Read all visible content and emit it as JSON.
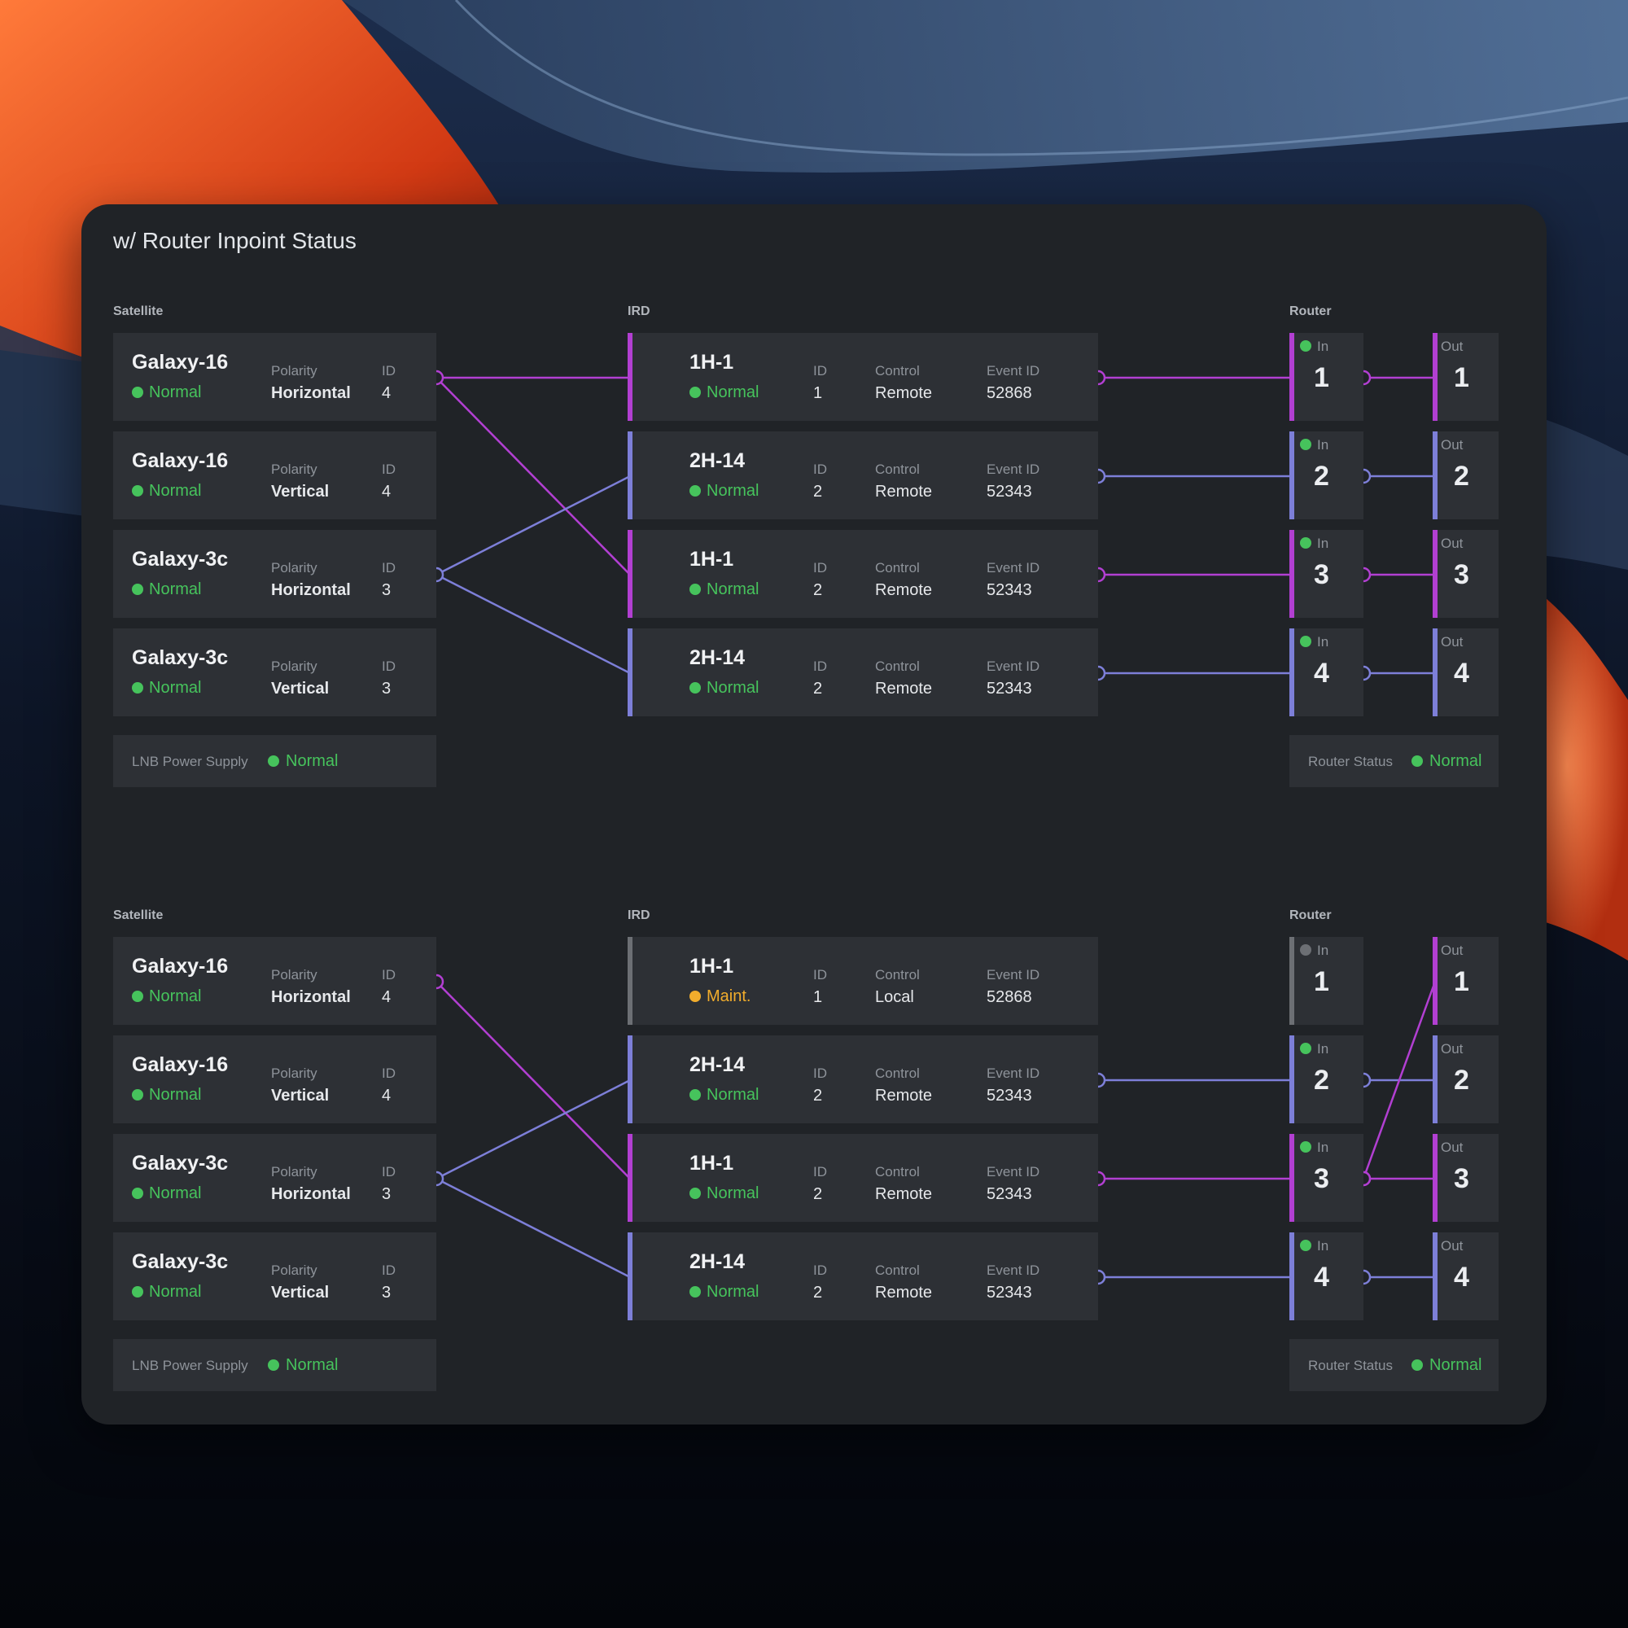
{
  "colors": {
    "magenta": "#b23fd2",
    "lavender": "#7d7fd8",
    "green": "#46c35c",
    "amber": "#f2ad2c",
    "gray": "#6c6f74"
  },
  "panel": {
    "title": "w/ Router Inpoint Status"
  },
  "labels": {
    "satellite": "Satellite",
    "ird": "IRD",
    "router": "Router",
    "polarity": "Polarity",
    "id": "ID",
    "control": "Control",
    "event_id": "Event ID",
    "in": "In",
    "out": "Out",
    "lnb": "LNB Power Supply",
    "router_status": "Router Status"
  },
  "sections": [
    {
      "satellites": [
        {
          "name": "Galaxy-16",
          "status": "Normal",
          "polarity": "Horizontal",
          "id": "4"
        },
        {
          "name": "Galaxy-16",
          "status": "Normal",
          "polarity": "Vertical",
          "id": "4"
        },
        {
          "name": "Galaxy-3c",
          "status": "Normal",
          "polarity": "Horizontal",
          "id": "3"
        },
        {
          "name": "Galaxy-3c",
          "status": "Normal",
          "polarity": "Vertical",
          "id": "3"
        }
      ],
      "irds": [
        {
          "name": "1H-1",
          "status": "Normal",
          "state": "normal",
          "id": "1",
          "control": "Remote",
          "event_id": "52868",
          "accent": "magenta",
          "out_port": true
        },
        {
          "name": "2H-14",
          "status": "Normal",
          "state": "normal",
          "id": "2",
          "control": "Remote",
          "event_id": "52343",
          "accent": "lavender",
          "out_port": true
        },
        {
          "name": "1H-1",
          "status": "Normal",
          "state": "normal",
          "id": "2",
          "control": "Remote",
          "event_id": "52343",
          "accent": "magenta",
          "out_port": true
        },
        {
          "name": "2H-14",
          "status": "Normal",
          "state": "normal",
          "id": "2",
          "control": "Remote",
          "event_id": "52343",
          "accent": "lavender",
          "out_port": true
        }
      ],
      "router_in": [
        {
          "number": "1",
          "active": true,
          "accent": "magenta"
        },
        {
          "number": "2",
          "active": true,
          "accent": "lavender"
        },
        {
          "number": "3",
          "active": true,
          "accent": "magenta"
        },
        {
          "number": "4",
          "active": true,
          "accent": "lavender"
        }
      ],
      "router_out": [
        {
          "number": "1",
          "accent": "magenta"
        },
        {
          "number": "2",
          "accent": "lavender"
        },
        {
          "number": "3",
          "accent": "magenta"
        },
        {
          "number": "4",
          "accent": "lavender"
        }
      ],
      "lnb_status": "Normal",
      "router_status": "Normal",
      "sat_ports": [
        0,
        2
      ],
      "sat_ird_links": [
        {
          "sat": 0,
          "ird": 0,
          "color": "magenta"
        },
        {
          "sat": 0,
          "ird": 2,
          "color": "magenta"
        },
        {
          "sat": 2,
          "ird": 1,
          "color": "lavender"
        },
        {
          "sat": 2,
          "ird": 3,
          "color": "lavender"
        }
      ],
      "ird_router_links": [
        {
          "ird": 0,
          "in": 0,
          "color": "magenta"
        },
        {
          "ird": 1,
          "in": 1,
          "color": "lavender"
        },
        {
          "ird": 2,
          "in": 2,
          "color": "magenta"
        },
        {
          "ird": 3,
          "in": 3,
          "color": "lavender"
        }
      ],
      "in_out_links": [
        {
          "in": 0,
          "out": 0,
          "color": "magenta"
        },
        {
          "in": 1,
          "out": 1,
          "color": "lavender"
        },
        {
          "in": 2,
          "out": 2,
          "color": "magenta"
        },
        {
          "in": 3,
          "out": 3,
          "color": "lavender"
        }
      ]
    },
    {
      "satellites": [
        {
          "name": "Galaxy-16",
          "status": "Normal",
          "polarity": "Horizontal",
          "id": "4"
        },
        {
          "name": "Galaxy-16",
          "status": "Normal",
          "polarity": "Vertical",
          "id": "4"
        },
        {
          "name": "Galaxy-3c",
          "status": "Normal",
          "polarity": "Horizontal",
          "id": "3"
        },
        {
          "name": "Galaxy-3c",
          "status": "Normal",
          "polarity": "Vertical",
          "id": "3"
        }
      ],
      "irds": [
        {
          "name": "1H-1",
          "status": "Maint.",
          "state": "maint",
          "id": "1",
          "control": "Local",
          "event_id": "52868",
          "accent": "gray",
          "out_port": false
        },
        {
          "name": "2H-14",
          "status": "Normal",
          "state": "normal",
          "id": "2",
          "control": "Remote",
          "event_id": "52343",
          "accent": "lavender",
          "out_port": true
        },
        {
          "name": "1H-1",
          "status": "Normal",
          "state": "normal",
          "id": "2",
          "control": "Remote",
          "event_id": "52343",
          "accent": "magenta",
          "out_port": true
        },
        {
          "name": "2H-14",
          "status": "Normal",
          "state": "normal",
          "id": "2",
          "control": "Remote",
          "event_id": "52343",
          "accent": "lavender",
          "out_port": true
        }
      ],
      "router_in": [
        {
          "number": "1",
          "active": false,
          "accent": "gray"
        },
        {
          "number": "2",
          "active": true,
          "accent": "lavender"
        },
        {
          "number": "3",
          "active": true,
          "accent": "magenta"
        },
        {
          "number": "4",
          "active": true,
          "accent": "lavender"
        }
      ],
      "router_out": [
        {
          "number": "1",
          "accent": "magenta"
        },
        {
          "number": "2",
          "accent": "lavender"
        },
        {
          "number": "3",
          "accent": "magenta"
        },
        {
          "number": "4",
          "accent": "lavender"
        }
      ],
      "lnb_status": "Normal",
      "router_status": "Normal",
      "sat_ports": [
        0,
        2
      ],
      "sat_ird_links": [
        {
          "sat": 0,
          "ird": 2,
          "color": "magenta"
        },
        {
          "sat": 2,
          "ird": 1,
          "color": "lavender"
        },
        {
          "sat": 2,
          "ird": 3,
          "color": "lavender"
        }
      ],
      "ird_router_links": [
        {
          "ird": 1,
          "in": 1,
          "color": "lavender"
        },
        {
          "ird": 2,
          "in": 2,
          "color": "magenta"
        },
        {
          "ird": 3,
          "in": 3,
          "color": "lavender"
        }
      ],
      "in_out_links": [
        {
          "in": 1,
          "out": 1,
          "color": "lavender"
        },
        {
          "in": 2,
          "out": 0,
          "color": "magenta"
        },
        {
          "in": 2,
          "out": 2,
          "color": "magenta"
        },
        {
          "in": 3,
          "out": 3,
          "color": "lavender"
        }
      ]
    }
  ]
}
